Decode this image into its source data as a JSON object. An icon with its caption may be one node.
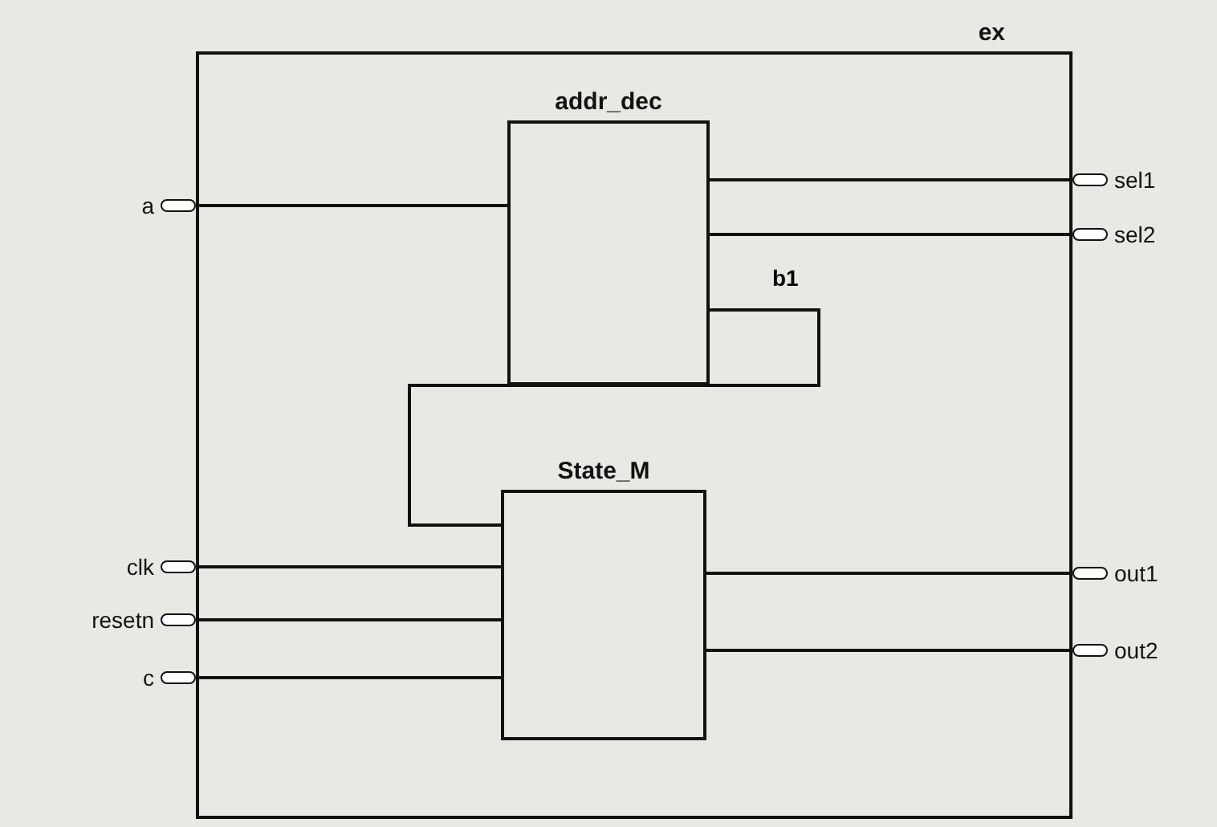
{
  "diagram": {
    "nodes": [
      {
        "text": [
          "ex"
        ]
      },
      {
        "text": [
          "addr_dec"
        ],
        "in": 0
      },
      {
        "text": [
          "State_M"
        ],
        "in": 0
      },
      {
        "text": [
          "a"
        ]
      },
      {
        "text": [
          "clk"
        ]
      },
      {
        "text": [
          "resetn"
        ]
      },
      {
        "text": [
          "c"
        ]
      },
      {
        "text": [
          "sel1"
        ]
      },
      {
        "text": [
          "sel2"
        ]
      },
      {
        "text": [
          "out1"
        ]
      },
      {
        "text": [
          "out2"
        ]
      }
    ],
    "edges": [
      {
        "from": 3,
        "to": 1,
        "arrow": "none"
      },
      {
        "from": 1,
        "to": 7,
        "arrow": "none"
      },
      {
        "from": 1,
        "to": 8,
        "arrow": "none"
      },
      {
        "from": 1,
        "to": 2,
        "arrow": "none",
        "label": "b1"
      },
      {
        "from": 4,
        "to": 2,
        "arrow": "none"
      },
      {
        "from": 5,
        "to": 2,
        "arrow": "none"
      },
      {
        "from": 6,
        "to": 2,
        "arrow": "none"
      },
      {
        "from": 2,
        "to": 9,
        "arrow": "none"
      },
      {
        "from": 2,
        "to": 10,
        "arrow": "none"
      }
    ]
  }
}
